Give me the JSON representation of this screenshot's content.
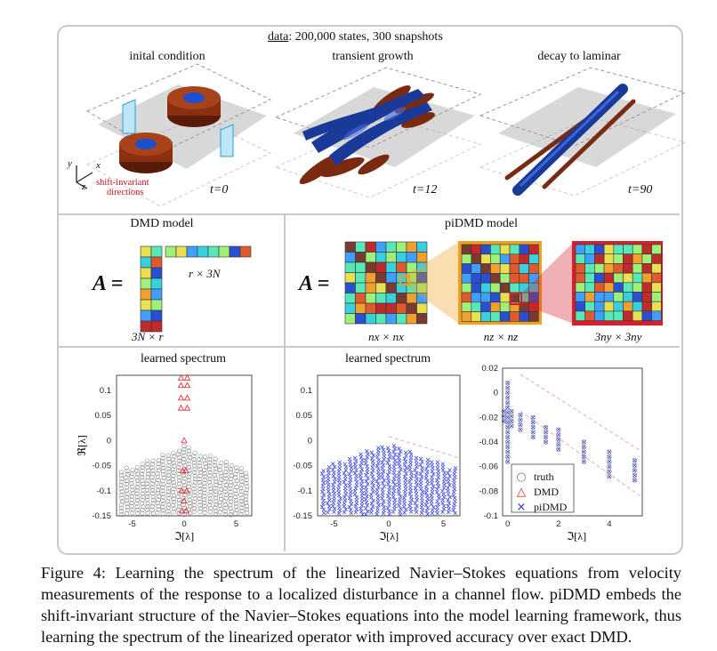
{
  "header": {
    "data_label": "data",
    "data_text": ": 200,000 states, 300 snapshots"
  },
  "snapshots": [
    {
      "title": "inital condition",
      "time": "t=0"
    },
    {
      "title": "transient growth",
      "time": "t=12"
    },
    {
      "title": "decay to laminar",
      "time": "t=90"
    }
  ],
  "axes_annot": {
    "y": "y",
    "x": "x",
    "z": "z",
    "shift1": "shift-invariant",
    "shift2": "directions"
  },
  "dmd": {
    "title": "DMD model",
    "A": "A =",
    "row_label": "r × 3N",
    "col_label": "3N × r"
  },
  "pidmd": {
    "title": "piDMD model",
    "A": "A =",
    "lbl1": "nx × nx",
    "lbl2": "nz × nz",
    "lbl3": "3ny × 3ny"
  },
  "spectra": {
    "left_title": "learned spectrum",
    "mid_title": "learned spectrum",
    "yaxis_label": "ℜ[λ]",
    "xaxis_label": "ℑ[λ]",
    "yticks": [
      "0.1",
      "0.05",
      "0",
      "-0.05",
      "-0.1",
      "-0.15"
    ],
    "xticks": [
      "-5",
      "0",
      "5"
    ],
    "right_yticks": [
      "0.02",
      "0",
      "-0.02",
      "-0.04",
      "-0.06",
      "-0.08",
      "-0.1"
    ],
    "right_xticks": [
      "0",
      "2",
      "4"
    ],
    "legend": [
      {
        "name": "truth",
        "symbol": "○",
        "color": "#777777"
      },
      {
        "name": "DMD",
        "symbol": "△",
        "color": "#e0202a"
      },
      {
        "name": "piDMD",
        "symbol": "×",
        "color": "#1f2fd0"
      }
    ]
  },
  "caption": {
    "text": "Figure 4: Learning the spectrum of the linearized Navier–Stokes equations from velocity measurements of the response to a localized disturbance in a channel flow. piDMD embeds the shift-invariant structure of the Navier–Stokes equations into the model learning framework, thus learning the spectrum of the linearized operator with improved accuracy over exact DMD."
  },
  "colors": {
    "frame": "#c9c9c9",
    "orange": "#f0a020",
    "red": "#d81e2a",
    "streak_blue": "#1a3a9a",
    "streak_brown": "#7a2a10"
  }
}
